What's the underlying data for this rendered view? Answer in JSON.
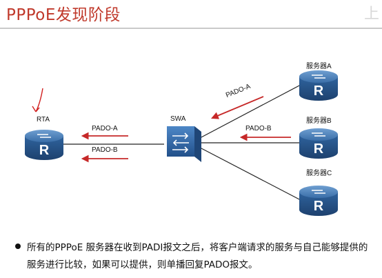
{
  "slide": {
    "title": "PPPoE发现阶段",
    "corner_mark": "上"
  },
  "devices": {
    "client": "RTA",
    "switch": "SWA",
    "server_a": "服务器A",
    "server_b": "服务器B",
    "server_c": "服务器C"
  },
  "messages": {
    "server_a_to_swa": "PADO-A",
    "server_b_to_swa": "PADO-B",
    "swa_to_rta_a": "PADO-A",
    "swa_to_rta_b": "PADO-B"
  },
  "bullet": {
    "text": "所有的PPPoE 服务器在收到PADI报文之后，将客户端请求的服务与自己能够提供的服务进行比较，如果可以提供，则单播回复PADO报文。"
  },
  "colors": {
    "title": "#c0392b",
    "arrow": "#c62828",
    "router_body": "#2e5f9a",
    "annotation_mark": "#d11f1f"
  },
  "icons": {
    "router": "router-icon",
    "switch": "switch-icon"
  }
}
